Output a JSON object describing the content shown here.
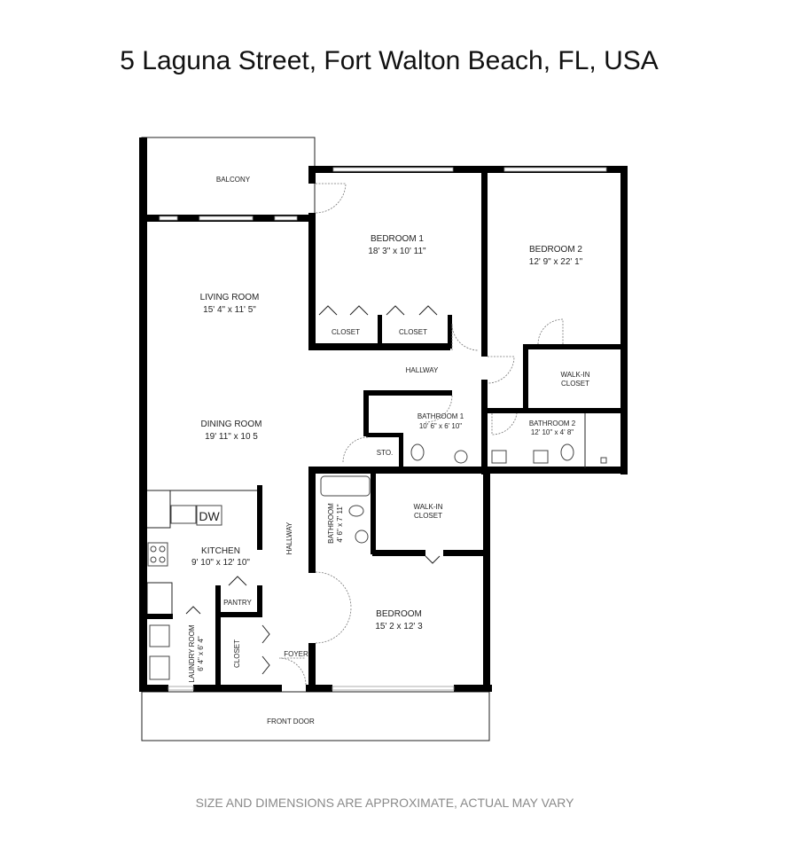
{
  "title": "5 Laguna Street, Fort Walton Beach, FL, USA",
  "footer": "SIZE AND DIMENSIONS ARE APPROXIMATE, ACTUAL MAY VARY",
  "rooms": {
    "balcony": {
      "name": "BALCONY"
    },
    "bedroom1": {
      "name": "BEDROOM 1",
      "size": "18' 3\" x 10' 11\""
    },
    "bedroom2": {
      "name": "BEDROOM 2",
      "size": "12' 9\" x 22' 1\""
    },
    "living": {
      "name": "LIVING ROOM",
      "size": "15' 4\" x 11' 5\""
    },
    "closet_a": {
      "name": "CLOSET"
    },
    "closet_b": {
      "name": "CLOSET"
    },
    "hallway_upper": {
      "name": "HALLWAY"
    },
    "walkin_upper": {
      "name1": "WALK-IN",
      "name2": "CLOSET"
    },
    "dining": {
      "name": "DINING ROOM",
      "size": "19' 11\" x 10 5"
    },
    "bathroom1": {
      "name": "BATHROOM 1",
      "size": "10' 6\" x 6' 10\""
    },
    "bathroom2": {
      "name": "BATHROOM 2",
      "size": "12' 10\" x 4' 8\""
    },
    "storage": {
      "name": "STO."
    },
    "dishwasher": {
      "name": "DW"
    },
    "bathroom_small": {
      "name": "BATHROOM",
      "size": "4' 6\" x 7' 11\""
    },
    "walkin_lower": {
      "name1": "WALK-IN",
      "name2": "CLOSET"
    },
    "kitchen": {
      "name": "KITCHEN",
      "size": "9' 10\" x 12' 10\""
    },
    "hallway_lower": {
      "name": "HALLWAY"
    },
    "pantry": {
      "name": "PANTRY"
    },
    "bedroom": {
      "name": "BEDROOM",
      "size": "15' 2 x 12' 3"
    },
    "laundry": {
      "name": "LAUNDRY ROOM",
      "size": "6' 4\" x 6' 4\""
    },
    "closet_c": {
      "name": "CLOSET"
    },
    "foyer": {
      "name": "FOYER"
    },
    "front_door": {
      "name": "FRONT DOOR"
    }
  }
}
